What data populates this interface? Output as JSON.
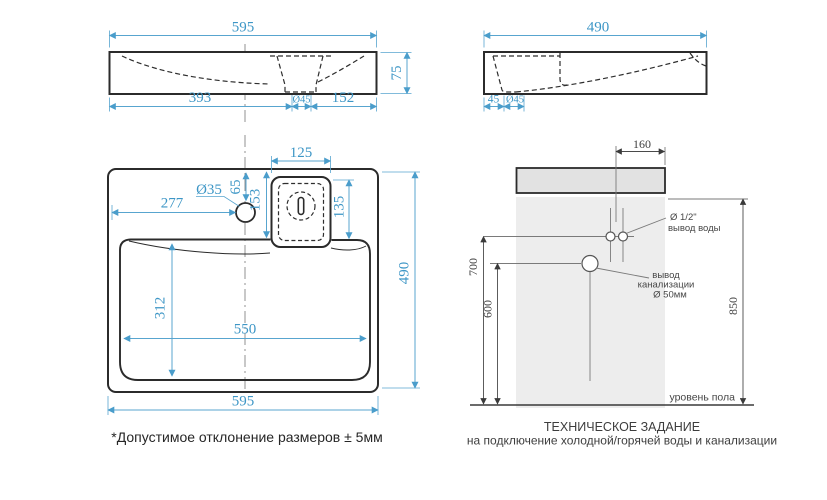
{
  "colors": {
    "dimension_text": "#3d96c6",
    "dimension_line": "#58a5cf",
    "outline": "#2b2b2b",
    "install_line": "#7a7a7a",
    "install_text": "#474747",
    "wall_fill": "#ededed",
    "sink_fill": "#e2e2e2"
  },
  "front_view": {
    "dims": {
      "overall_width": "595",
      "height": "75",
      "left_to_drain": "393",
      "drain_diameter": "Ø45",
      "drain_to_right": "152"
    }
  },
  "side_view": {
    "dims": {
      "overall_depth": "490",
      "back_to_drain": "45",
      "drain_diameter": "Ø45"
    }
  },
  "top_view": {
    "dims": {
      "drain_box_width": "125",
      "faucet_hole_diameter": "Ø35",
      "top_to_faucet": "65",
      "top_to_bowl": "153",
      "left_to_faucet": "277",
      "drain_box_depth": "135",
      "overall_depth": "490",
      "bowl_depth": "312",
      "bowl_width": "550",
      "overall_width": "595"
    }
  },
  "installation_view": {
    "dims": {
      "water_outlet_offset": "160",
      "water_outlet_height": "700",
      "sewage_outlet_height": "600",
      "mounting_height": "850"
    },
    "labels": {
      "water_diameter": "Ø 1/2\"",
      "water_outlet": "вывод воды",
      "sewage_outlet_line1": "вывод",
      "sewage_outlet_line2": "канализации",
      "sewage_diameter": "Ø 50мм",
      "floor_level": "уровень пола"
    }
  },
  "notes": {
    "tolerance": "*Допустимое отклонение размеров ± 5мм",
    "title": "ТЕХНИЧЕСКОЕ ЗАДАНИЕ",
    "subtitle": "на подключение холодной/горячей воды и канализации"
  }
}
